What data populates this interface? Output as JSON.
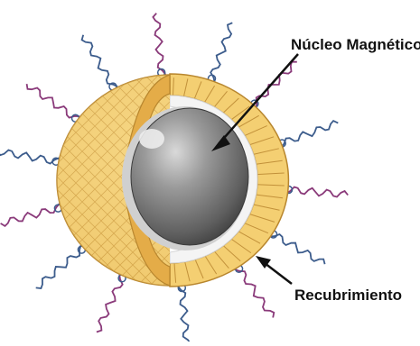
{
  "labels": {
    "core": "Núcleo Magnético",
    "coating": "Recubrimiento"
  },
  "colors": {
    "shell_fill": "#F5D27A",
    "shell_dark": "#E2AE46",
    "shell_stroke": "#B8862E",
    "core_gray": "#8C8C8C",
    "core_dark": "#4A4A4A",
    "core_highlight": "#E6E6E6",
    "gap_white": "#F2F2F2",
    "ligand_blue": "#3C5C8C",
    "ligand_tip": "#8A3A7A",
    "arrow": "#111111"
  },
  "ligand_count": 14
}
